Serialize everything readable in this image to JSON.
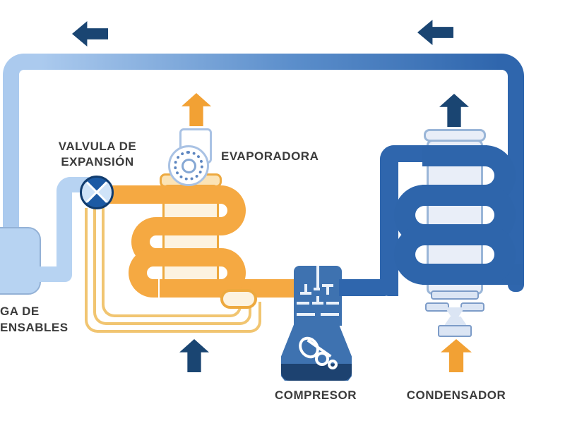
{
  "labels": {
    "expansion_valve_line1": "VALVULA DE",
    "expansion_valve_line2": "EXPANSIÓN",
    "evaporator": "EVAPORADORA",
    "compressor": "COMPRESOR",
    "condenser": "CONDENSADOR",
    "tank_line1": "GA DE",
    "tank_line2": "ENSABLES"
  },
  "colors": {
    "pipe_light_blue": "#abcaee",
    "pipe_dark_blue": "#2f66ad",
    "evaporator_coil_orange": "#f5a942",
    "evaporator_body_cream": "#fdf3e0",
    "capillary_yellow": "#f1c571",
    "condenser_coil_blue": "#2e65ab",
    "condenser_body_light": "#e9eef8",
    "compressor_blue": "#3e72b0",
    "compressor_base_navy": "#1d4270",
    "tank_blue": "#b7d3f2",
    "arrow_navy": "#1a4572",
    "arrow_orange": "#f2a134",
    "label_text": "#3b3b3b"
  },
  "icons": {
    "fan": "centrifugal-blower outline above evaporator",
    "valve": "four-quadrant expansion valve circle",
    "crank": "piston-crank outline inside compressor",
    "arrows": "flow direction block arrows"
  }
}
